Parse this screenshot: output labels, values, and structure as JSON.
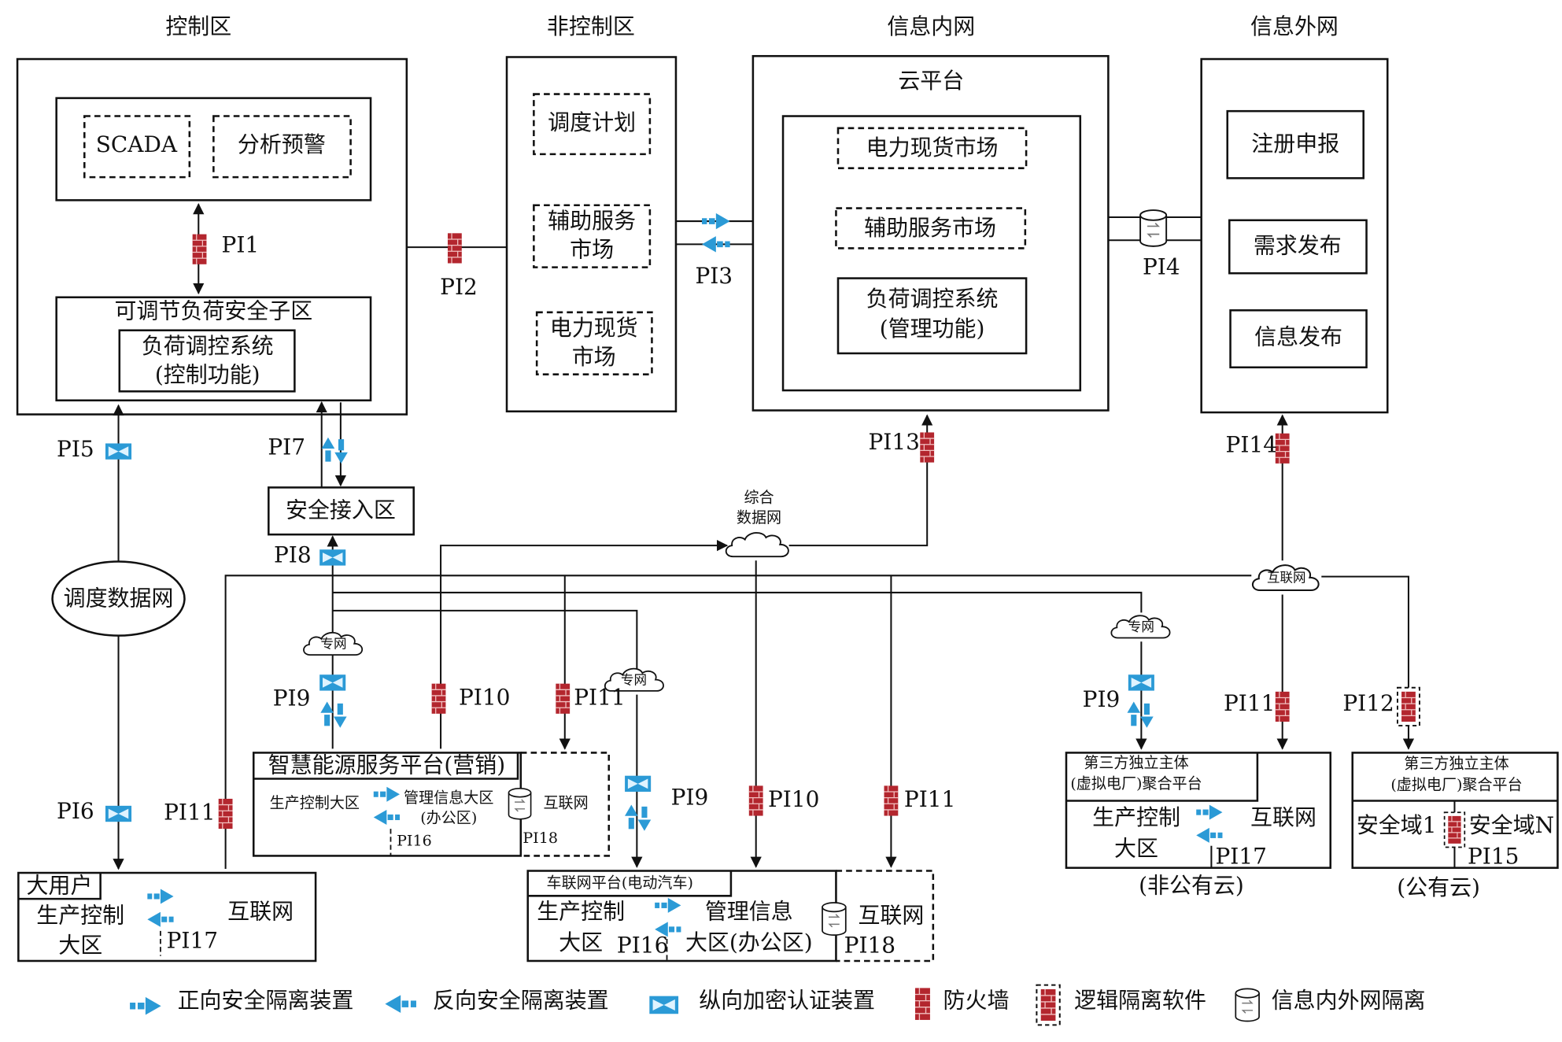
{
  "zones": {
    "control": "控制区",
    "noncontrol": "非控制区",
    "intranet": "信息内网",
    "extranet": "信息外网"
  },
  "control": {
    "scada": "SCADA",
    "analysis": "分析预警",
    "subzone": "可调节负荷安全子区",
    "load_system": "负荷调控系统",
    "control_function": "(控制功能)"
  },
  "noncontrol": {
    "dispatch_plan": "调度计划",
    "ancillary_1": "辅助服务",
    "ancillary_2": "市场",
    "spot_1": "电力现货",
    "spot_2": "市场"
  },
  "intranet": {
    "cloud": "云平台",
    "spot_market": "电力现货市场",
    "ancillary_market": "辅助服务市场",
    "load_system": "负荷调控系统",
    "management_function": "(管理功能)"
  },
  "extranet": {
    "register": "注册申报",
    "demand": "需求发布",
    "info": "信息发布"
  },
  "networks": {
    "dispatch_net": "调度数据网",
    "secure_access": "安全接入区",
    "integrated_1": "综合",
    "integrated_2": "数据网",
    "internet": "互联网",
    "private": "专网"
  },
  "pi": {
    "pi1": "PI1",
    "pi2": "PI2",
    "pi3": "PI3",
    "pi4": "PI4",
    "pi5": "PI5",
    "pi6": "PI6",
    "pi7": "PI7",
    "pi8": "PI8",
    "pi9": "PI9",
    "pi10": "PI10",
    "pi11": "PI11",
    "pi12": "PI12",
    "pi13": "PI13",
    "pi14": "PI14",
    "pi15": "PI15",
    "pi16": "PI16",
    "pi17": "PI17",
    "pi18": "PI18"
  },
  "smart_energy": {
    "title": "智慧能源服务平台(营销)",
    "production": "生产控制大区",
    "management": "管理信息大区",
    "office": "(办公区)",
    "internet": "互联网"
  },
  "large_user": {
    "title": "大用户",
    "production_1": "生产控制",
    "production_2": "大区",
    "internet": "互联网"
  },
  "vehicle": {
    "title": "车联网平台(电动汽车)",
    "production_1": "生产控制",
    "production_2": "大区",
    "management_1": "管理信息",
    "management_2": "大区(办公区)",
    "internet": "互联网"
  },
  "third_party_private": {
    "title_1": "第三方独立主体",
    "title_2": "(虚拟电厂)聚合平台",
    "production_1": "生产控制",
    "production_2": "大区",
    "internet": "互联网",
    "caption": "(非公有云)"
  },
  "third_party_public": {
    "title_1": "第三方独立主体",
    "title_2": "(虚拟电厂)聚合平台",
    "domain_1": "安全域1",
    "domain_n": "安全域N",
    "caption": "(公有云)"
  },
  "legend": {
    "forward": "正向安全隔离装置",
    "reverse": "反向安全隔离装置",
    "encryption": "纵向加密认证装置",
    "firewall": "防火墙",
    "logical": "逻辑隔离软件",
    "inout": "信息内外网隔离"
  },
  "colors": {
    "firewall": "#b3262e",
    "isolation_blue": "#2b9ad6"
  }
}
